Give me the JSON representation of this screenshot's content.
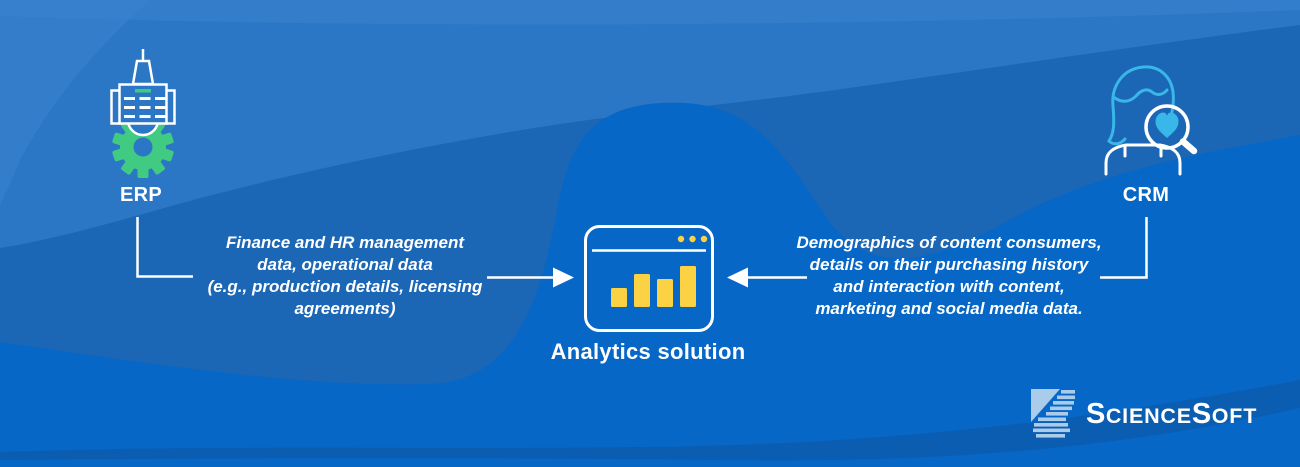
{
  "palette": {
    "bg_light_top": "#2B77C5",
    "bg_lighter_streak": "#3B84D0",
    "bg_mid": "#1B66B5",
    "bg_bright": "#0767C6",
    "bg_dark_band": "#0A5CAD",
    "line_white": "#FFFFFF",
    "gear_green": "#41CB82",
    "hair_cyan": "#38B7E8",
    "chart_yellow": "#FBD243",
    "logo_light_blue": "#AACBEA"
  },
  "icons": {
    "erp": "building-gear-icon",
    "crm": "customer-search-heart-icon",
    "analytics": "bar-chart-window-icon",
    "logo": "sciencesoft-striped-s-icon"
  },
  "diagram": {
    "erp": {
      "label": "ERP"
    },
    "crm": {
      "label": "CRM"
    },
    "analytics": {
      "label": "Analytics solution"
    },
    "erp_flow": {
      "lines": [
        "Finance and HR management",
        "data, operational data",
        "(e.g., production details, licensing",
        "agreements)"
      ]
    },
    "crm_flow": {
      "lines": [
        "Demographics of content consumers,",
        "details on their purchasing history",
        "and interaction with content,",
        "marketing and social media data."
      ]
    }
  },
  "logo": {
    "name": "ScienceSoft",
    "s1": "S",
    "rest1": "cience",
    "s2": "S",
    "rest2": "oft"
  }
}
